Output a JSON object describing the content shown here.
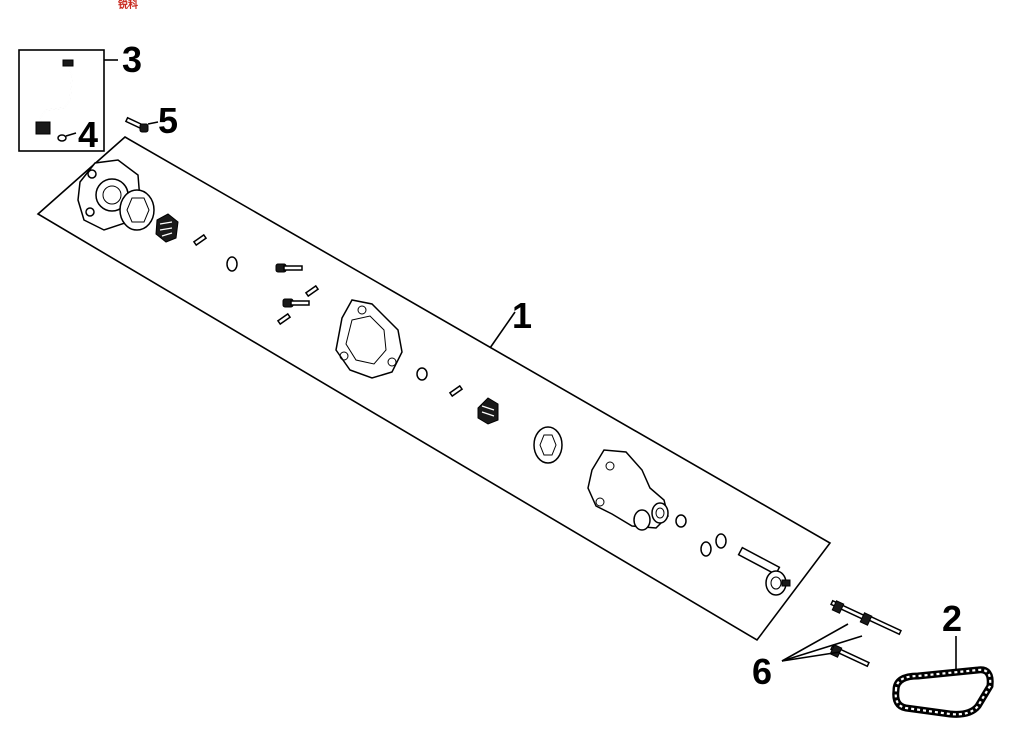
{
  "header": {
    "logo_text": "锐科"
  },
  "callouts": {
    "c1": "1",
    "c2": "2",
    "c3": "3",
    "c4": "4",
    "c5": "5",
    "c6": "6"
  },
  "colors": {
    "ink": "#000000",
    "paper": "#ffffff",
    "logo": "#c8281e"
  }
}
